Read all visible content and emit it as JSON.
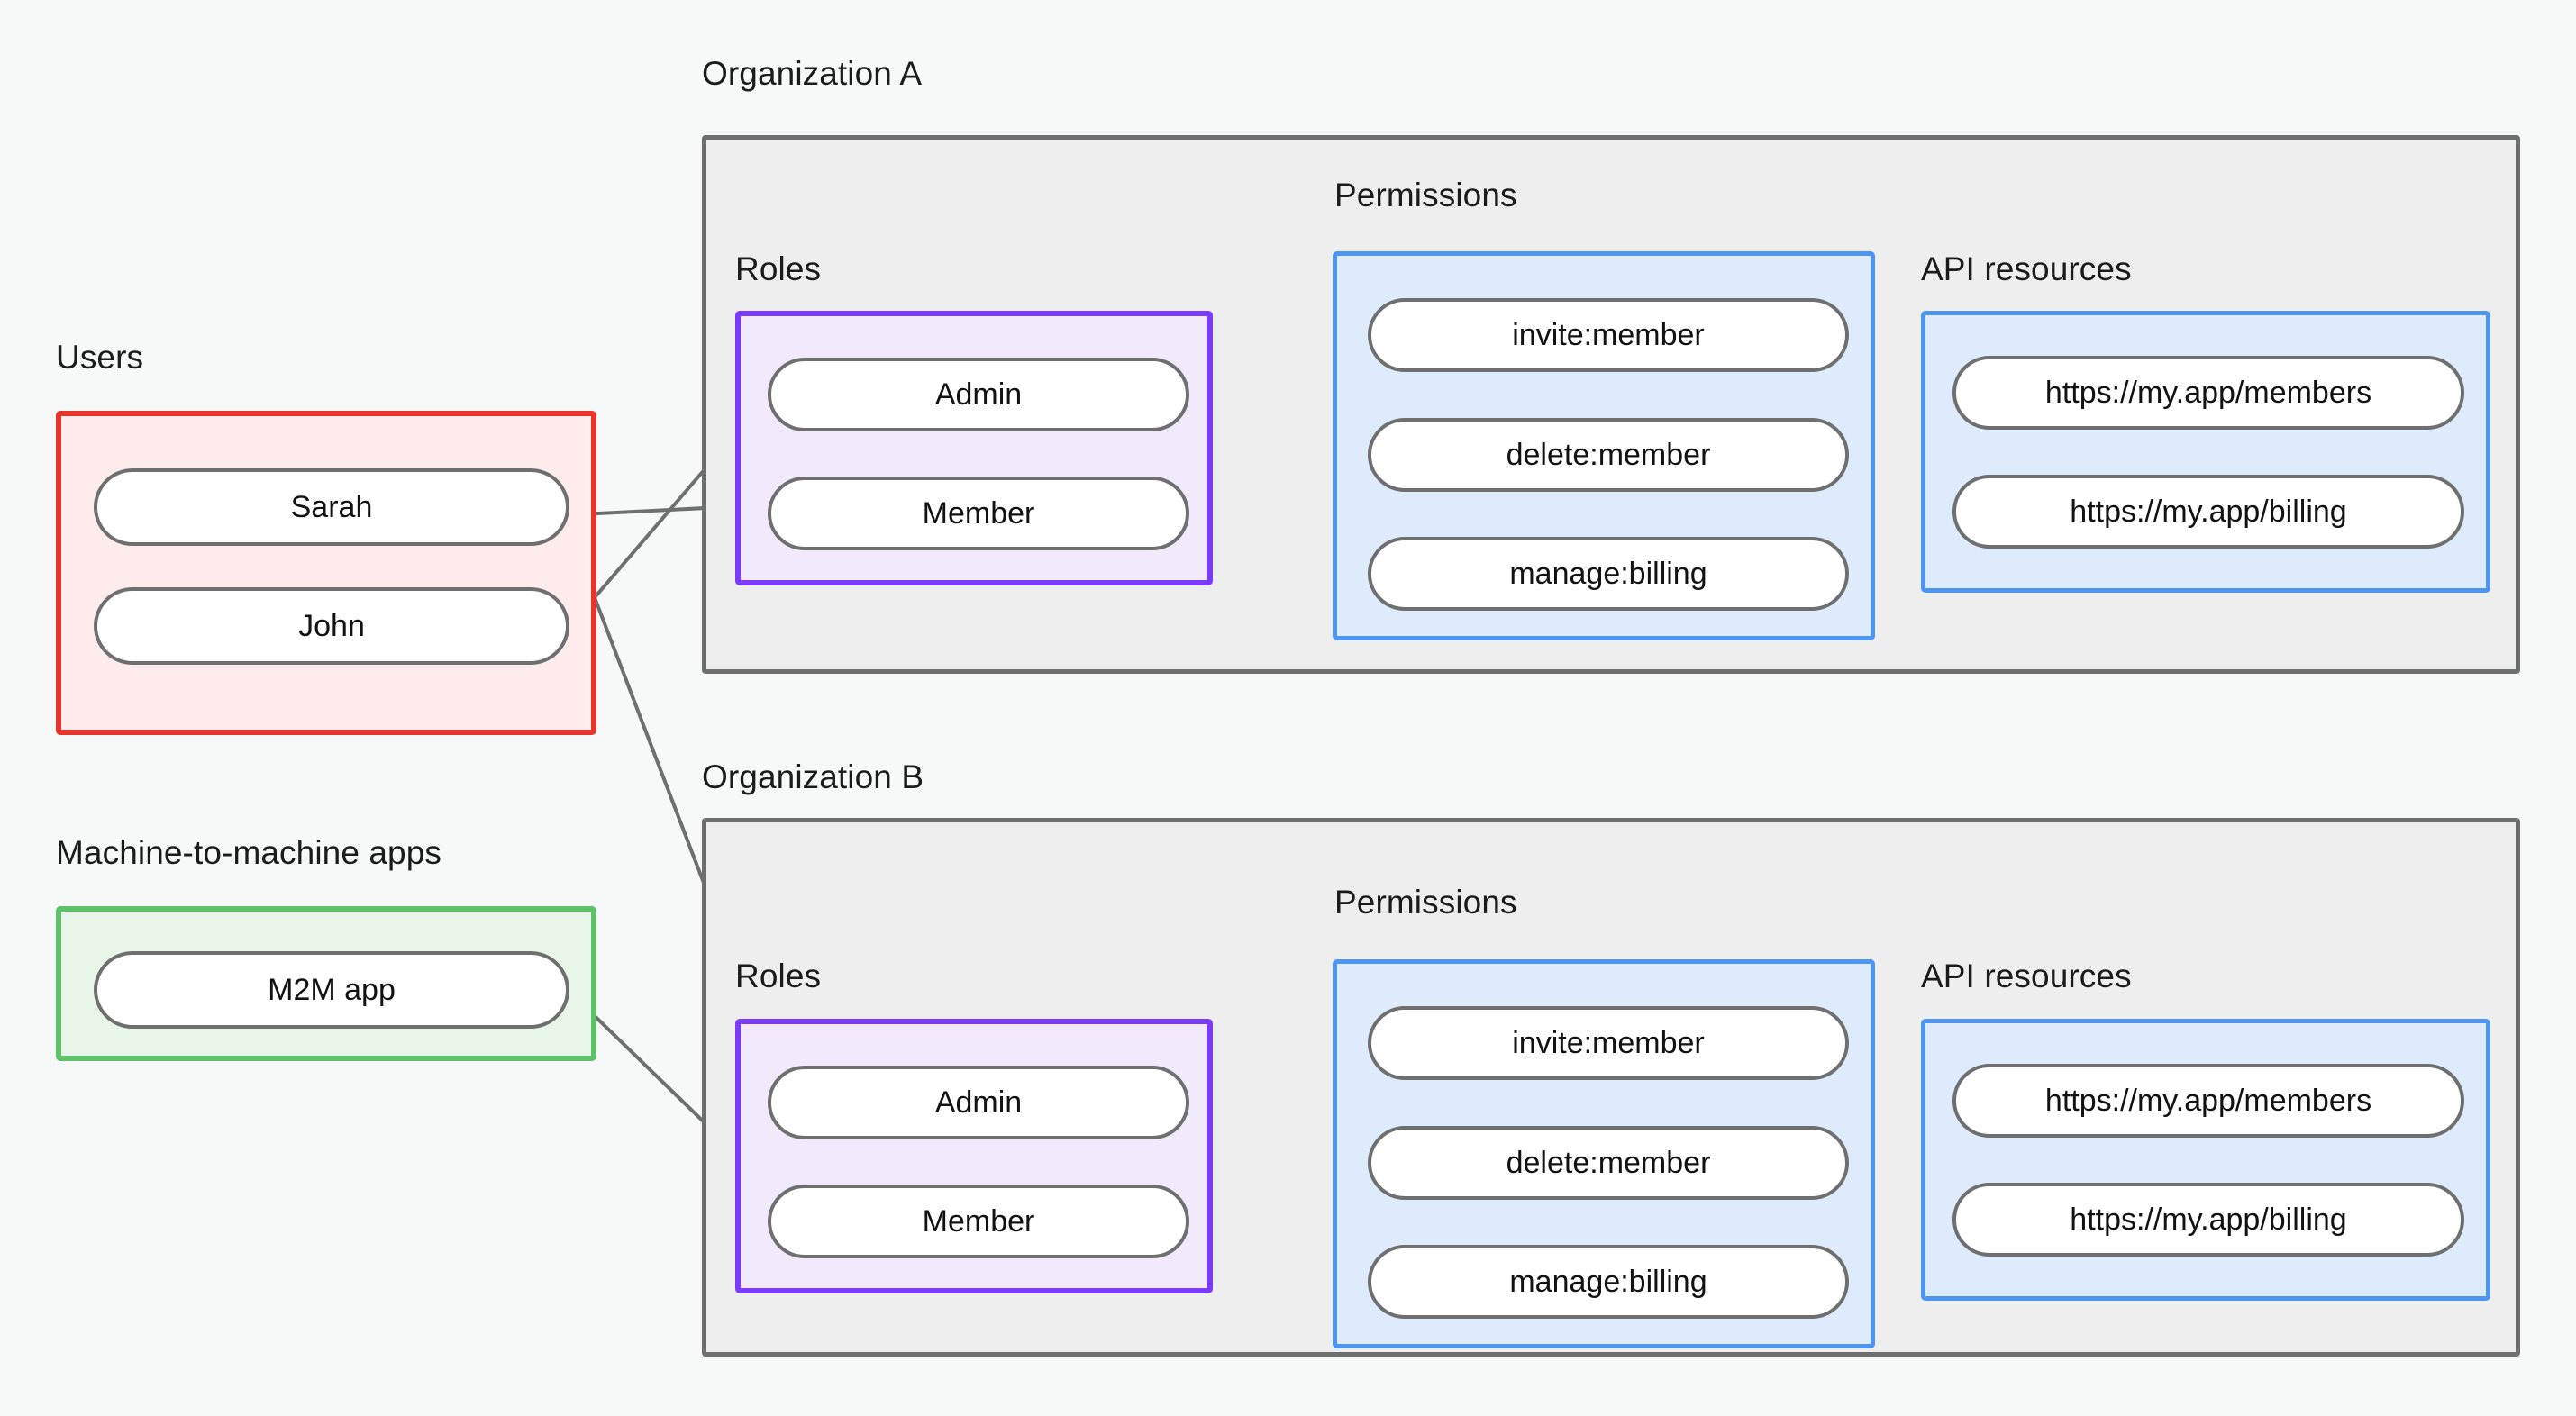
{
  "colors": {
    "background": "#f7f8f8",
    "container_fill": "#eeeeee",
    "container_border": "#6f6f6f",
    "users_fill": "#fdeceb",
    "users_border": "#e8352b",
    "m2m_fill": "#e8f6e9",
    "m2m_border": "#5ec269",
    "roles_fill": "#f2e9fd",
    "roles_border": "#7c3aff",
    "blue_fill": "#ddebfd",
    "blue_border": "#4e95ef",
    "node_fill": "#ffffff",
    "node_border": "#6f6f6f",
    "edge": "#6f6f6f",
    "text": "#121212"
  },
  "labels": {
    "users": "Users",
    "m2m_apps": "Machine-to-machine apps",
    "organization_a": "Organization A",
    "organization_b": "Organization B",
    "roles": "Roles",
    "permissions": "Permissions",
    "api_resources": "API resources"
  },
  "users": [
    {
      "id": "sarah",
      "label": "Sarah"
    },
    {
      "id": "john",
      "label": "John"
    }
  ],
  "m2m_apps": [
    {
      "id": "m2m",
      "label": "M2M app"
    }
  ],
  "organizations": [
    {
      "id": "org-a",
      "name": "Organization A",
      "roles": [
        {
          "id": "orga-admin",
          "label": "Admin"
        },
        {
          "id": "orga-member",
          "label": "Member"
        }
      ],
      "permissions": [
        {
          "id": "orga-invite",
          "label": "invite:member"
        },
        {
          "id": "orga-delete",
          "label": "delete:member"
        },
        {
          "id": "orga-billing",
          "label": "manage:billing"
        }
      ],
      "api_resources": [
        {
          "id": "orga-res-members",
          "label": "https://my.app/members"
        },
        {
          "id": "orga-res-billing",
          "label": "https://my.app/billing"
        }
      ]
    },
    {
      "id": "org-b",
      "name": "Organization B",
      "roles": [
        {
          "id": "orgb-admin",
          "label": "Admin"
        },
        {
          "id": "orgb-member",
          "label": "Member"
        }
      ],
      "permissions": [
        {
          "id": "orgb-invite",
          "label": "invite:member"
        },
        {
          "id": "orgb-delete",
          "label": "delete:member"
        },
        {
          "id": "orgb-billing",
          "label": "manage:billing"
        }
      ],
      "api_resources": [
        {
          "id": "orgb-res-members",
          "label": "https://my.app/members"
        },
        {
          "id": "orgb-res-billing",
          "label": "https://my.app/billing"
        }
      ]
    }
  ],
  "connections": [
    {
      "from": "sarah",
      "to": "orga-member"
    },
    {
      "from": "sarah",
      "to": "orgb-admin"
    },
    {
      "from": "john",
      "to": "orga-admin"
    },
    {
      "from": "m2m",
      "to": "orgb-member"
    },
    {
      "from": "orga-admin",
      "to": "orga-invite"
    },
    {
      "from": "orga-admin",
      "to": "orga-delete"
    },
    {
      "from": "orga-member",
      "to": "orga-billing"
    },
    {
      "from": "orga-invite",
      "to": "orga-res-members"
    },
    {
      "from": "orga-delete",
      "to": "orga-res-members"
    },
    {
      "from": "orga-billing",
      "to": "orga-res-billing"
    },
    {
      "from": "orgb-admin",
      "to": "orgb-invite"
    },
    {
      "from": "orgb-admin",
      "to": "orgb-delete"
    },
    {
      "from": "orgb-member",
      "to": "orgb-billing"
    },
    {
      "from": "orgb-invite",
      "to": "orgb-res-members"
    },
    {
      "from": "orgb-delete",
      "to": "orgb-res-members"
    },
    {
      "from": "orgb-billing",
      "to": "orgb-res-billing"
    }
  ]
}
